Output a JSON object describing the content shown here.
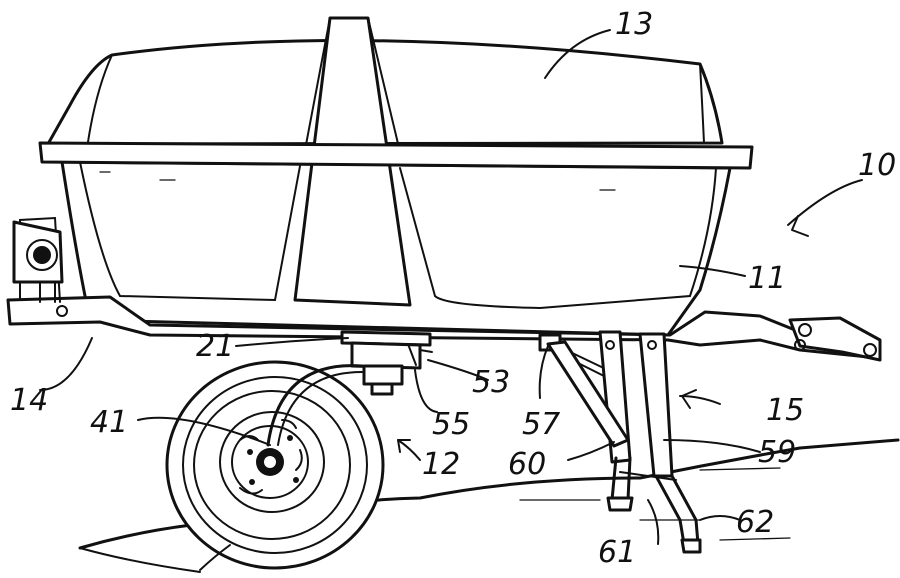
{
  "reference_numerals": {
    "n10": "10",
    "n11": "11",
    "n12": "12",
    "n13": "13",
    "n14": "14",
    "n15": "15",
    "n21": "21",
    "n41": "41",
    "n53": "53",
    "n55": "55",
    "n57": "57",
    "n59": "59",
    "n60": "60",
    "n61": "61",
    "n62": "62"
  }
}
